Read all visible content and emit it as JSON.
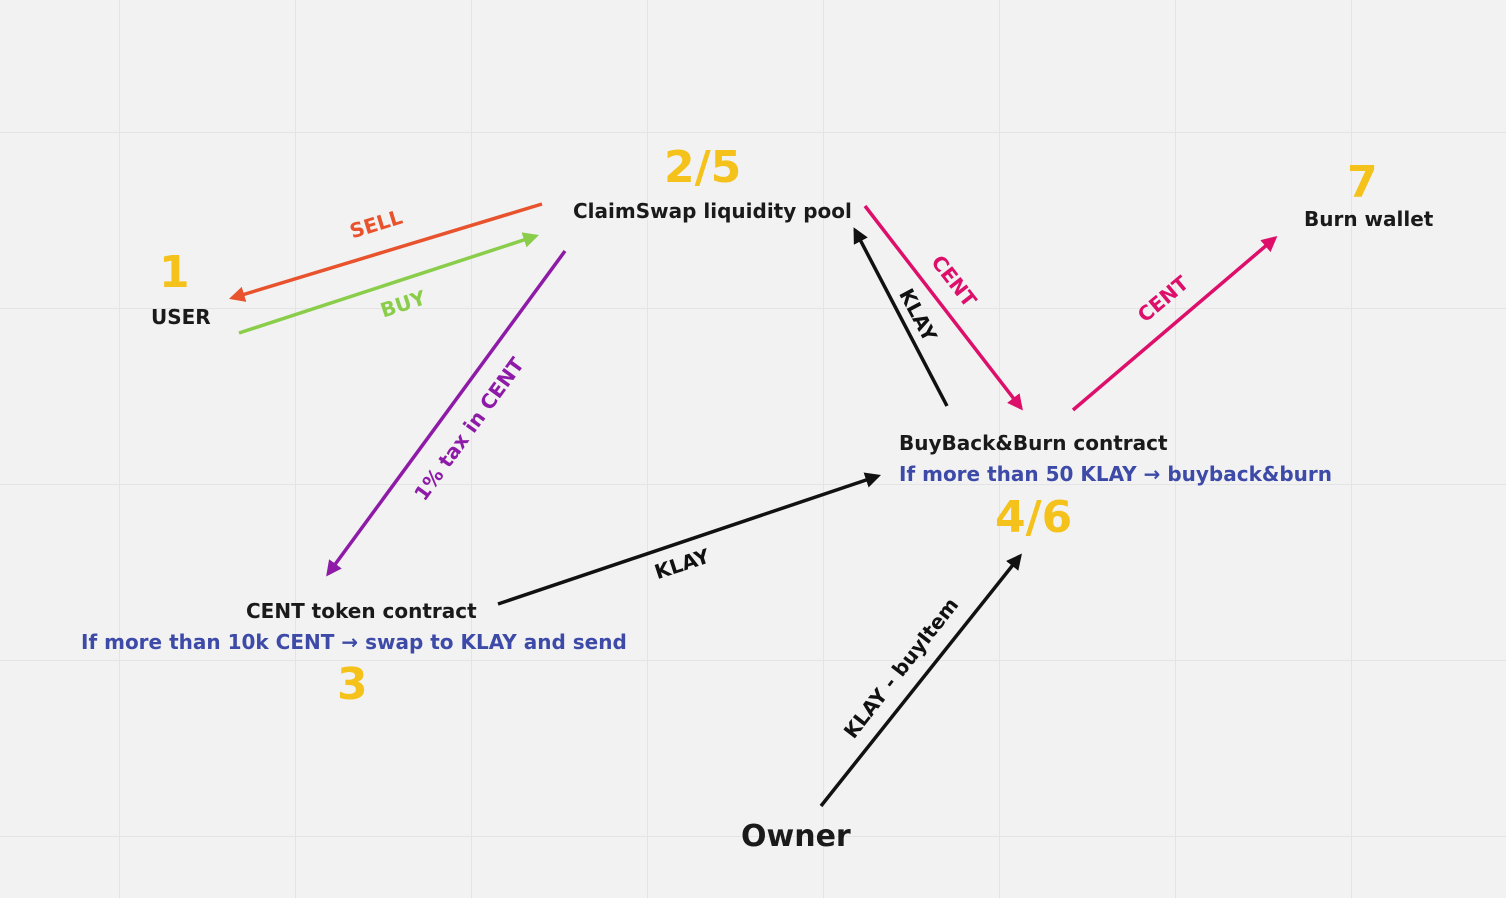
{
  "colors": {
    "sell": "#e8522d",
    "buy": "#8acd4a",
    "tax": "#8e1ba8",
    "klay": "#111111",
    "cent": "#dd0f6a",
    "step": "#f5c21b",
    "note": "#3d4aa8"
  },
  "nodes": {
    "user": {
      "step": "1",
      "label": "USER"
    },
    "pool": {
      "step": "2/5",
      "label": "ClaimSwap liquidity pool"
    },
    "token": {
      "step": "3",
      "label": "CENT token contract",
      "note": "If more than 10k CENT → swap to KLAY and send"
    },
    "buyback": {
      "step": "4/6",
      "label": "BuyBack&Burn contract",
      "note": "If more than 50 KLAY → buyback&burn"
    },
    "burn": {
      "step": "7",
      "label": "Burn wallet"
    },
    "owner": {
      "label": "Owner"
    }
  },
  "edges": {
    "sell": "SELL",
    "buy": "BUY",
    "tax": "1% tax in CENT",
    "klay_token_buyback": "KLAY",
    "klay_buyback_pool": "KLAY",
    "cent_pool_buyback": "CENT",
    "cent_buyback_burn": "CENT",
    "owner_buyitem": "KLAY - buyItem"
  }
}
